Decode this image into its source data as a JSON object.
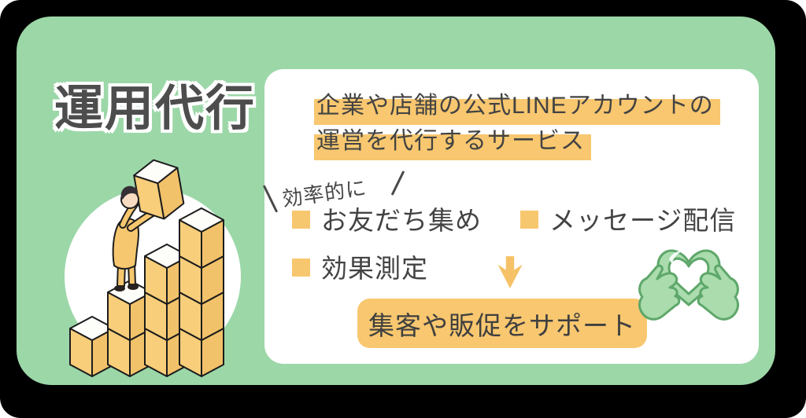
{
  "title": "運用代行",
  "colors": {
    "frame": "#000000",
    "board": "#9CD7A8",
    "card": "#FFFFFF",
    "accent_yellow": "#F8C76F",
    "text_dark": "#434343",
    "icon_green_fill": "#AADCAD",
    "icon_green_stroke": "#5EA76A"
  },
  "card": {
    "intro": {
      "line1": "企業や店舗の公式LINEアカウントの",
      "line2": "運営を代行するサービス"
    },
    "efficient_label": "効率的に",
    "bullets": [
      {
        "label": "お友だち集め"
      },
      {
        "label": "メッセージ配信"
      },
      {
        "label": "効果測定"
      }
    ],
    "result": {
      "label": "集客や販促をサポート"
    }
  },
  "icons": {
    "arrow": "down-arrow",
    "hands_heart": "hands-holding-heart",
    "illustration": "person-stacking-boxes"
  }
}
